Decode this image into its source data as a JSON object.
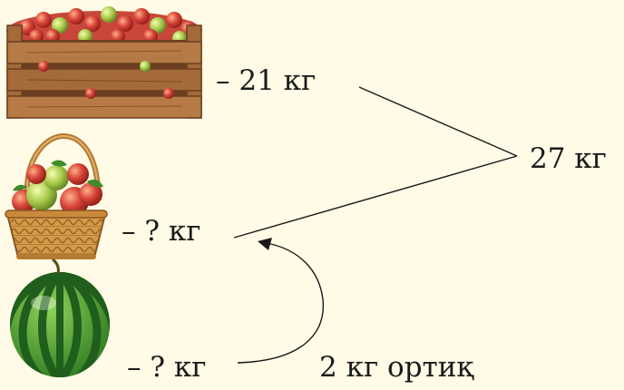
{
  "items": {
    "crate": {
      "icon": "apple-crate-icon",
      "label": "– 21 кг"
    },
    "basket": {
      "icon": "apple-basket-icon",
      "label": "– ? кг"
    },
    "watermelon": {
      "icon": "watermelon-icon",
      "label": "– ? кг"
    }
  },
  "total_label": "27 кг",
  "difference_label": "2 кг ортиқ",
  "colors": {
    "background": "#fffbe6",
    "crate_wood": "#a46a3a",
    "apple_red": "#d8463a",
    "apple_green": "#a7c94a",
    "basket": "#d39a4a",
    "melon_dark": "#1f6b25",
    "melon_light": "#6cb84a",
    "text": "#1a1a1a"
  }
}
